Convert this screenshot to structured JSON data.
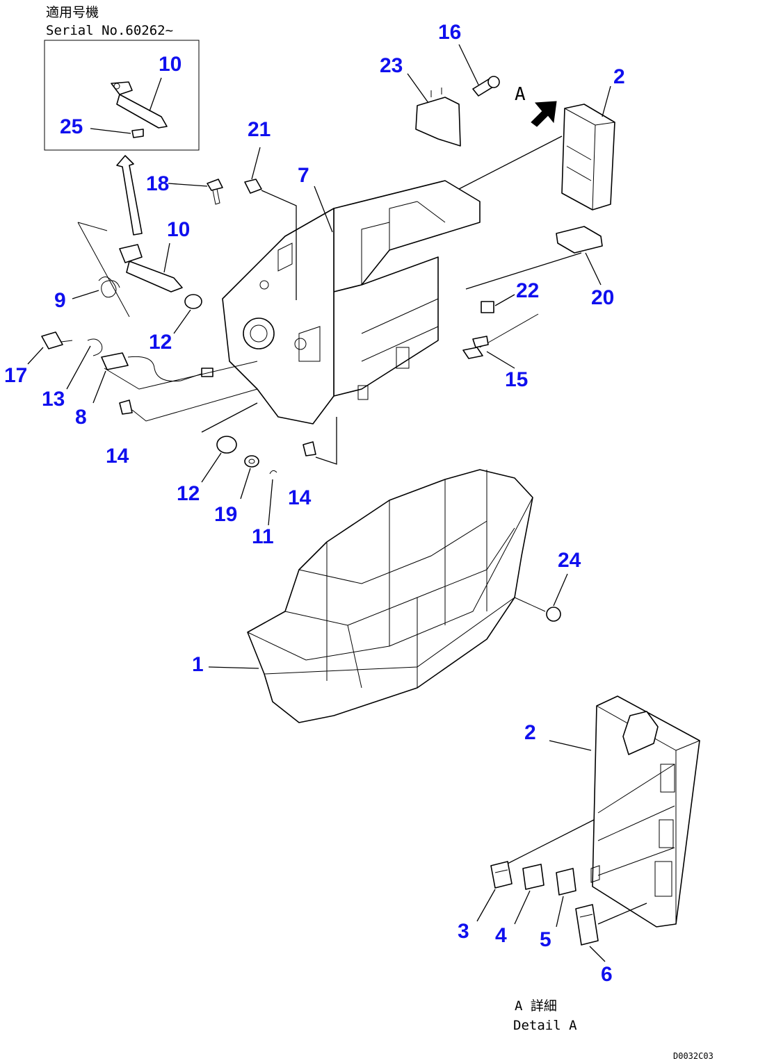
{
  "header": {
    "applicable_label": "適用号機",
    "serial_label": "Serial No.60262~"
  },
  "view_marker": "A",
  "detail": {
    "title": "A 詳細",
    "subtitle": "Detail A"
  },
  "drawing_code": "D0032C03",
  "callouts": [
    {
      "id": "c1",
      "label": "1"
    },
    {
      "id": "c2a",
      "label": "2"
    },
    {
      "id": "c2b",
      "label": "2"
    },
    {
      "id": "c3",
      "label": "3"
    },
    {
      "id": "c4",
      "label": "4"
    },
    {
      "id": "c5",
      "label": "5"
    },
    {
      "id": "c6",
      "label": "6"
    },
    {
      "id": "c7",
      "label": "7"
    },
    {
      "id": "c8",
      "label": "8"
    },
    {
      "id": "c9",
      "label": "9"
    },
    {
      "id": "c10a",
      "label": "10"
    },
    {
      "id": "c10b",
      "label": "10"
    },
    {
      "id": "c11",
      "label": "11"
    },
    {
      "id": "c12a",
      "label": "12"
    },
    {
      "id": "c12b",
      "label": "12"
    },
    {
      "id": "c13",
      "label": "13"
    },
    {
      "id": "c14a",
      "label": "14"
    },
    {
      "id": "c14b",
      "label": "14"
    },
    {
      "id": "c15",
      "label": "15"
    },
    {
      "id": "c16",
      "label": "16"
    },
    {
      "id": "c17",
      "label": "17"
    },
    {
      "id": "c18",
      "label": "18"
    },
    {
      "id": "c19",
      "label": "19"
    },
    {
      "id": "c20",
      "label": "20"
    },
    {
      "id": "c21",
      "label": "21"
    },
    {
      "id": "c22",
      "label": "22"
    },
    {
      "id": "c23",
      "label": "23"
    },
    {
      "id": "c24",
      "label": "24"
    },
    {
      "id": "c25",
      "label": "25"
    }
  ]
}
